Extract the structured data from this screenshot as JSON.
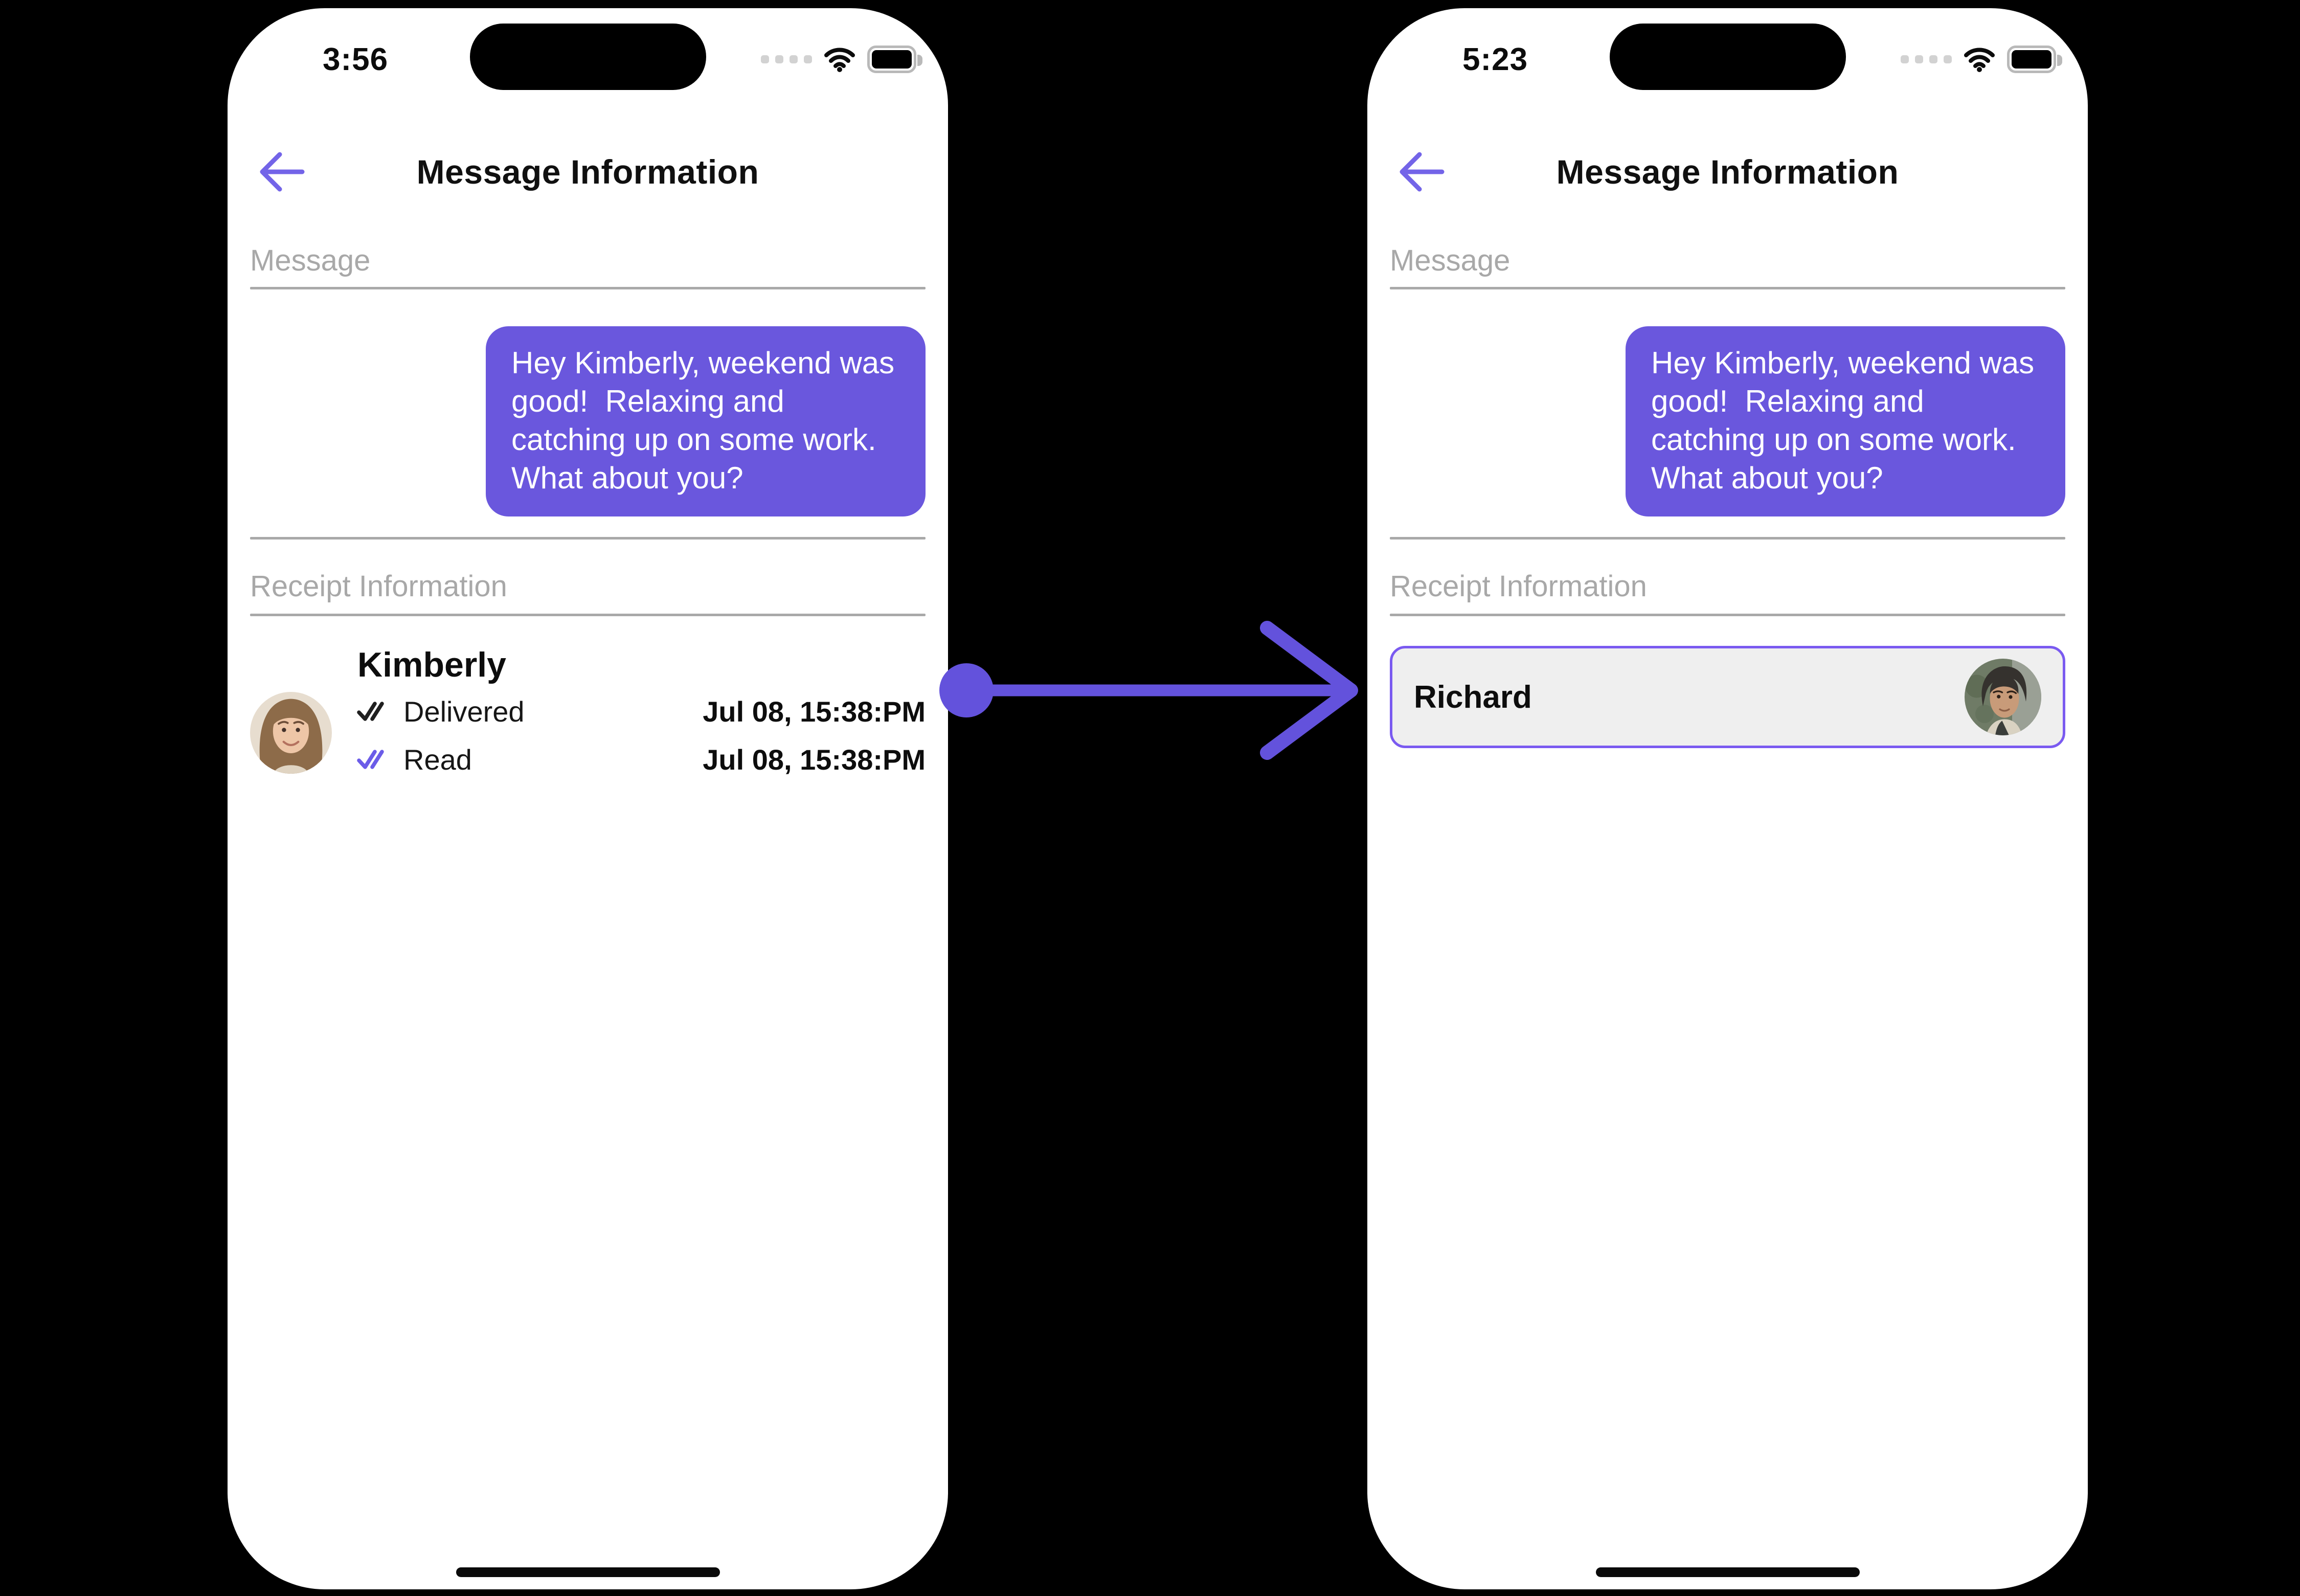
{
  "colors": {
    "background": "#000000",
    "phone_body": "#FFFFFF",
    "accent_purple": "#6C5CE7",
    "bubble_purple": "#6A57DD",
    "back_arrow_purple": "#7364E8",
    "read_check_purple": "#6B5CE8",
    "connector_arrow_purple": "#6352DC",
    "result_card_border": "#7A5AF0",
    "result_card_bg": "#EFEFEF",
    "section_label_gray": "#A8A8A8",
    "divider_gray": "#A9A9A9"
  },
  "left_phone": {
    "status_time": "3:56",
    "title": "Message Information",
    "message_label": "Message",
    "bubble_text": "Hey Kimberly, weekend was good!  Relaxing and catching up on some work. What about you?",
    "receipt_label": "Receipt Information",
    "contact": {
      "name": "Kimberly",
      "receipts": [
        {
          "status": "Delivered",
          "timestamp": "Jul 08, 15:38:PM"
        },
        {
          "status": "Read",
          "timestamp": "Jul 08, 15:38:PM"
        }
      ]
    }
  },
  "right_phone": {
    "status_time": "5:23",
    "title": "Message Information",
    "message_label": "Message",
    "bubble_text": "Hey Kimberly, weekend was good!  Relaxing and catching up on some work. What about you?",
    "receipt_label": "Receipt Information",
    "contact": {
      "name": "Richard"
    }
  },
  "icons": {
    "back": "arrow-left",
    "cellular": "signal-dots-4",
    "wifi": "wifi",
    "battery": "battery-full",
    "delivered": "double-check",
    "read": "double-check",
    "connector": "arrow-right-with-dot"
  }
}
